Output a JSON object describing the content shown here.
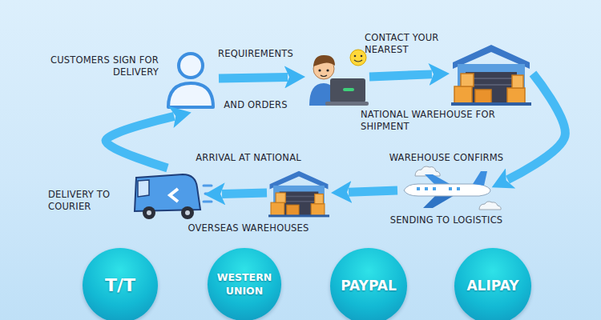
{
  "diagram": {
    "nodes": [
      {
        "text": [
          "CUSTOMERS SIGN FOR DELIVERY"
        ]
      },
      {
        "text": [
          "REQUIREMENTS",
          "AND ORDERS"
        ]
      },
      {
        "text": [
          "CONTACT YOUR NEAREST",
          "NATIONAL WAREHOUSE FOR SHIPMENT"
        ]
      },
      {
        "text": [
          "WAREHOUSE CONFIRMS",
          "SENDING TO LOGISTICS"
        ]
      },
      {
        "text": [
          "ARRIVAL AT NATIONAL",
          "OVERSEAS WAREHOUSES"
        ]
      },
      {
        "text": [
          "DELIVERY TO COURIER"
        ]
      },
      {
        "text": [
          "T/T"
        ]
      },
      {
        "text": [
          "WESTERN UNION"
        ]
      },
      {
        "text": [
          "PAYPAL"
        ]
      },
      {
        "text": [
          "ALIPAY"
        ]
      }
    ],
    "edges": [
      {
        "from": 0,
        "to": 1,
        "arrow": "to"
      },
      {
        "from": 1,
        "to": 2,
        "arrow": "to"
      },
      {
        "from": 2,
        "to": 3,
        "arrow": "to"
      },
      {
        "from": 3,
        "to": 4,
        "arrow": "to"
      },
      {
        "from": 4,
        "to": 5,
        "arrow": "to"
      },
      {
        "from": 5,
        "to": 0,
        "arrow": "to"
      }
    ]
  }
}
